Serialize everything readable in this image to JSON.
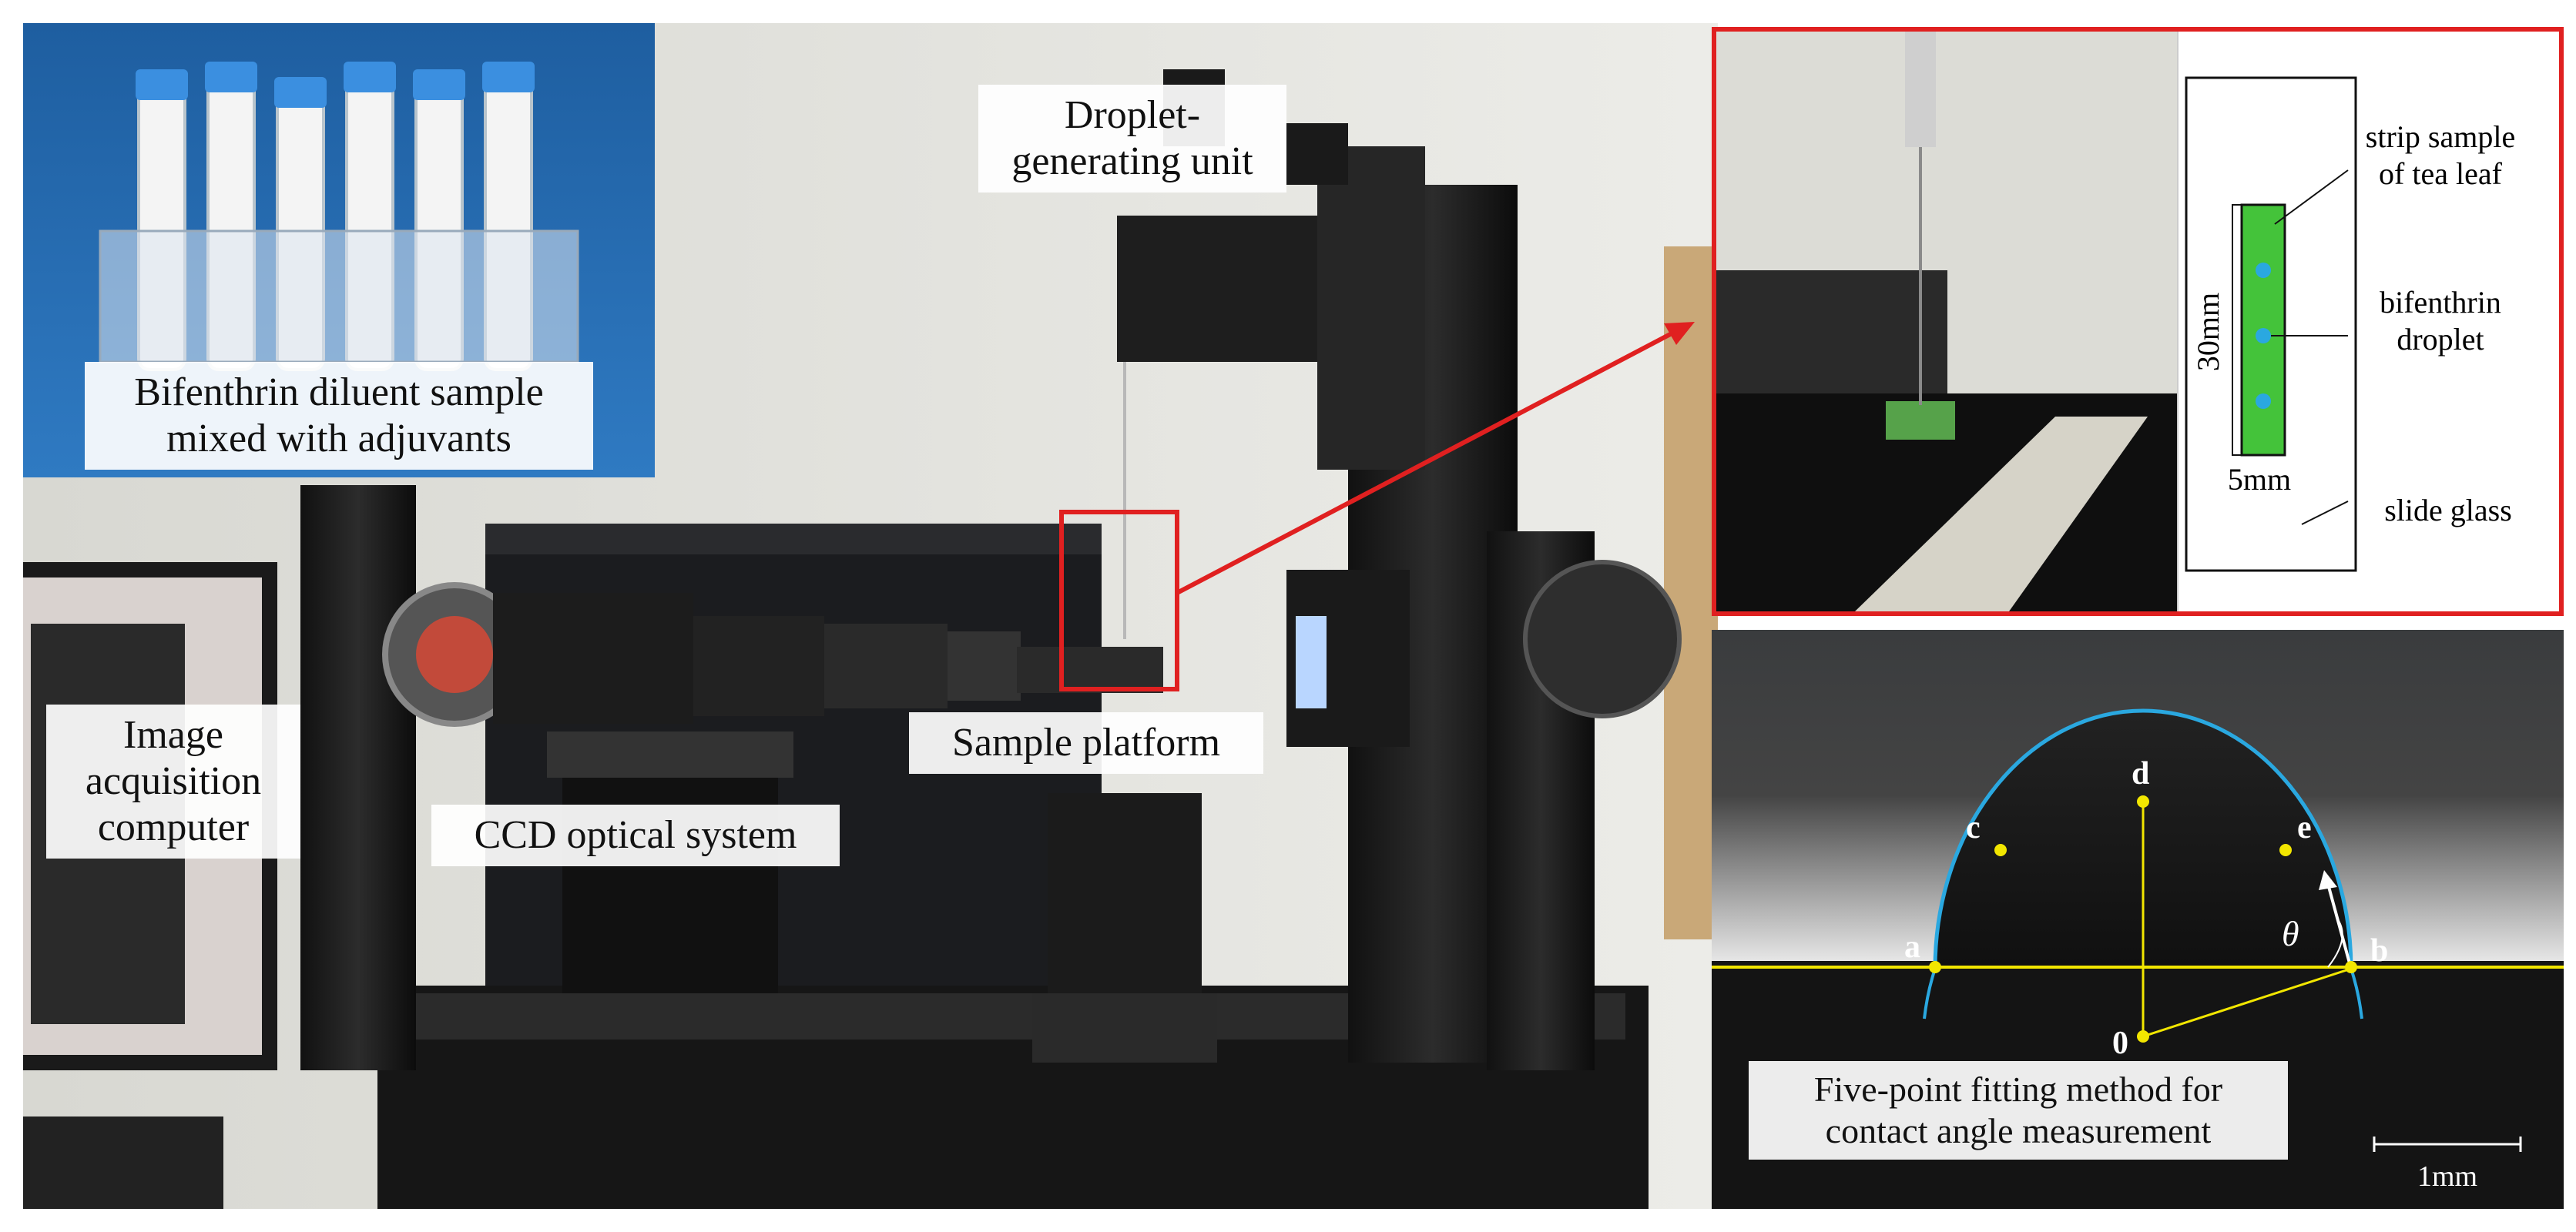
{
  "photo_labels": {
    "bifenthrin_sample_line1": "Bifenthrin diluent sample",
    "bifenthrin_sample_line2": "mixed with adjuvants",
    "droplet_unit_line1": "Droplet-",
    "droplet_unit_line2": "generating unit",
    "image_acq_line1": "Image",
    "image_acq_line2": "acquisition",
    "image_acq_line3": "computer",
    "ccd": "CCD optical system",
    "sample_platform": "Sample platform"
  },
  "inset_diagram": {
    "strip_line1": "strip sample",
    "strip_line2": "of tea leaf",
    "droplet_line1": "bifenthrin",
    "droplet_line2": "droplet",
    "height": "30mm",
    "width": "5mm",
    "slide": "slide glass"
  },
  "contact_angle": {
    "points": [
      "a",
      "b",
      "c",
      "d",
      "e",
      "0"
    ],
    "angle_symbol": "θ",
    "caption_line1": "Five-point fitting method for",
    "caption_line2": "contact angle measurement",
    "scale": "1mm"
  },
  "colors": {
    "highlight_red": "#e02020",
    "fit_yellow": "#f2e600",
    "droplet_edge": "#2aa8e0",
    "leaf_green": "#44c33a"
  }
}
